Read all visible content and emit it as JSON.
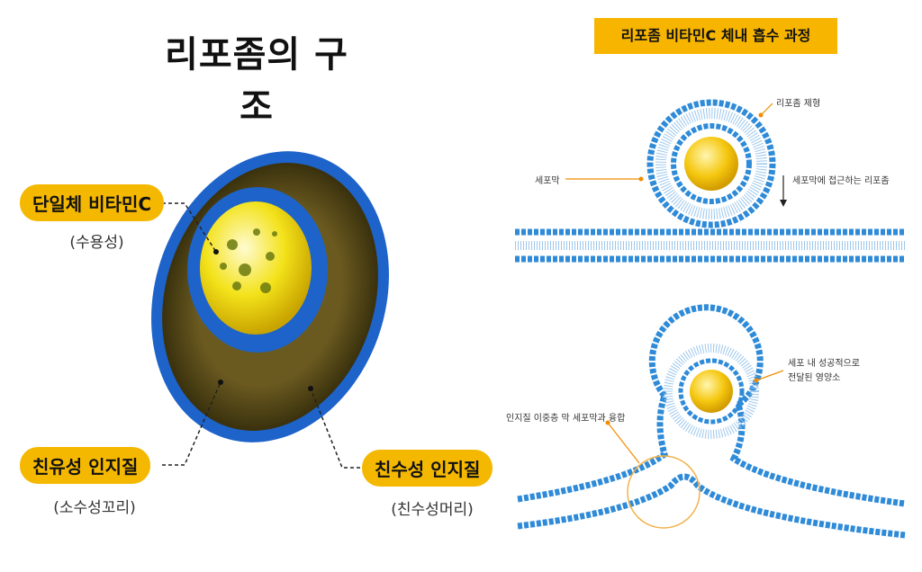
{
  "left": {
    "title": "리포좀의 구조",
    "labels": {
      "vitamin": {
        "name": "단일체 비타민C",
        "note": "(수용성)"
      },
      "lipophilic": {
        "name": "친유성 인지질",
        "note": "(소수성꼬리)"
      },
      "hydrophilic": {
        "name": "친수성 인지질",
        "note": "(친수성머리)"
      }
    }
  },
  "right": {
    "title": "리포좀 비타민C 체내 흡수 과정",
    "top_panel": {
      "liposome_label": "리포좀 제형",
      "approach_label": "세포막에 접근하는 리포좀",
      "membrane_label": "세포막"
    },
    "bottom_panel": {
      "delivered_label": "세포 내 성공적으로\n전달된 영양소",
      "fusion_label": "인지질 이중층 막 세포막과 융합"
    }
  },
  "colors": {
    "accent": "#f5b800",
    "blue": "#1f6fd1",
    "head": "#2f8bd8",
    "vitamin": "#f4e21a",
    "tail": "#8a6a1e"
  }
}
